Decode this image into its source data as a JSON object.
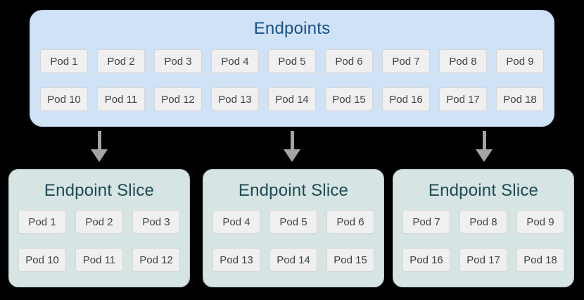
{
  "endpoints": {
    "title": "Endpoints",
    "rows": [
      [
        "Pod 1",
        "Pod 2",
        "Pod 3",
        "Pod 4",
        "Pod 5",
        "Pod 6",
        "Pod 7",
        "Pod 8",
        "Pod 9"
      ],
      [
        "Pod 10",
        "Pod 11",
        "Pod 12",
        "Pod 13",
        "Pod 14",
        "Pod 15",
        "Pod 16",
        "Pod 17",
        "Pod 18"
      ]
    ]
  },
  "slices": [
    {
      "title": "Endpoint Slice",
      "rows": [
        [
          "Pod 1",
          "Pod 2",
          "Pod 3"
        ],
        [
          "Pod 10",
          "Pod 11",
          "Pod 12"
        ]
      ]
    },
    {
      "title": "Endpoint Slice",
      "rows": [
        [
          "Pod 4",
          "Pod 5",
          "Pod 6"
        ],
        [
          "Pod 13",
          "Pod 14",
          "Pod 15"
        ]
      ]
    },
    {
      "title": "Endpoint Slice",
      "rows": [
        [
          "Pod 7",
          "Pod 8",
          "Pod 9"
        ],
        [
          "Pod 16",
          "Pod 17",
          "Pod 18"
        ]
      ]
    }
  ],
  "colors": {
    "background": "#000000",
    "endpoints_box_bg": "#cfe2f6",
    "endpoints_title_text": "#1a5084",
    "slice_box_bg": "#d7e4e4",
    "slice_title_text": "#1e4b52",
    "pod_bg": "#f0f0f0",
    "pod_border": "#d6d6d6",
    "pod_text": "#3f4348",
    "arrow": "#a5a5a5"
  }
}
